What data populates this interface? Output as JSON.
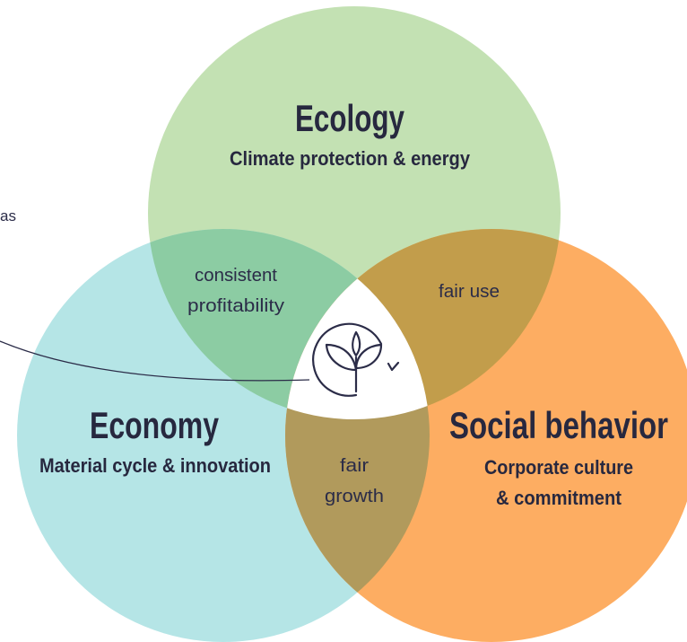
{
  "fragment_text": "as",
  "circles": {
    "ecology": {
      "title": "Ecology",
      "subtitle": "Climate protection & energy",
      "color": "#c3e1b3"
    },
    "economy": {
      "title": "Economy",
      "subtitle": "Material cycle & innovation",
      "color": "#b5e5e6"
    },
    "social": {
      "title": "Social behavior",
      "subtitle_line1": "Corporate culture",
      "subtitle_line2": "& commitment",
      "color": "#fdad62"
    }
  },
  "overlaps": {
    "ecology_economy": {
      "line1": "consistent",
      "line2": "profitability",
      "color": "#8ccca3"
    },
    "ecology_social": {
      "line1": "fair use",
      "color": "#c29d4b"
    },
    "economy_social": {
      "line1": "fair",
      "line2": "growth",
      "color": "#b19a5c"
    }
  },
  "center": {
    "icon": "leaf-cycle-icon",
    "color": "#ffffff"
  },
  "colors": {
    "text": "#27283f",
    "line": "#2b2c48"
  }
}
